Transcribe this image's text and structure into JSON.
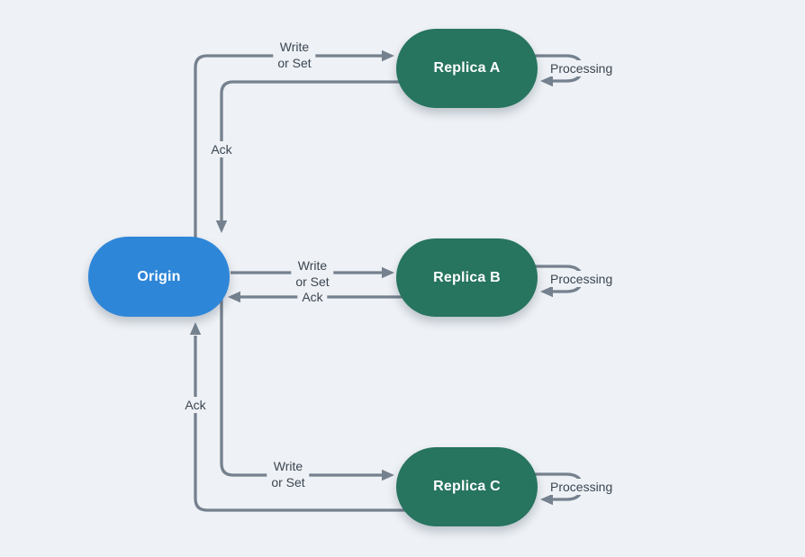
{
  "diagram": {
    "background_color": "#eef1f5",
    "arrow_color": "#75818e",
    "edge_label_color": "#3b4652",
    "nodes": [
      {
        "id": "origin",
        "label": "Origin",
        "color": "#2e86d8",
        "text_color": "#ffffff"
      },
      {
        "id": "replica-a",
        "label": "Replica A",
        "color": "#27745f",
        "text_color": "#ffffff"
      },
      {
        "id": "replica-b",
        "label": "Replica B",
        "color": "#27745f",
        "text_color": "#ffffff"
      },
      {
        "id": "replica-c",
        "label": "Replica C",
        "color": "#27745f",
        "text_color": "#ffffff"
      }
    ],
    "edges": [
      {
        "from": "Origin",
        "to": "Replica A",
        "lines": [
          "Write",
          "or Set"
        ]
      },
      {
        "from": "Replica A",
        "to": "Origin",
        "lines": [
          "Ack"
        ]
      },
      {
        "from": "Origin",
        "to": "Replica B",
        "lines": [
          "Write",
          "or Set"
        ]
      },
      {
        "from": "Replica B",
        "to": "Origin",
        "lines": [
          "Ack"
        ]
      },
      {
        "from": "Origin",
        "to": "Replica C",
        "lines": [
          "Write",
          "or Set"
        ]
      },
      {
        "from": "Replica C",
        "to": "Origin",
        "lines": [
          "Ack"
        ]
      },
      {
        "from": "Replica A",
        "to": "Replica A",
        "lines": [
          "Processing"
        ]
      },
      {
        "from": "Replica B",
        "to": "Replica B",
        "lines": [
          "Processing"
        ]
      },
      {
        "from": "Replica C",
        "to": "Replica C",
        "lines": [
          "Processing"
        ]
      }
    ]
  }
}
